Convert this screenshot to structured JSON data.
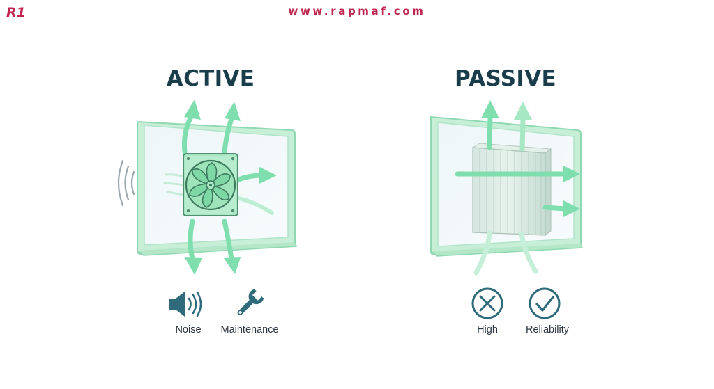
{
  "header": {
    "logo_text": "R1",
    "website": "www.rapmaf.com"
  },
  "active": {
    "title": "ACTIVE",
    "icons": [
      {
        "name": "speaker-icon",
        "label": "Noise"
      },
      {
        "name": "wrench-icon",
        "label": "Maintenance"
      }
    ]
  },
  "passive": {
    "title": "PASSIVE",
    "icons": [
      {
        "name": "x-circle-icon",
        "label": "High"
      },
      {
        "name": "check-circle-icon",
        "label": "Reliability"
      }
    ]
  },
  "colors": {
    "brand": "#c0264f",
    "heading": "#1a3d4c",
    "arrow": "#7fdeae",
    "frame": "#a4e6c1",
    "icon": "#2f6b7a"
  }
}
